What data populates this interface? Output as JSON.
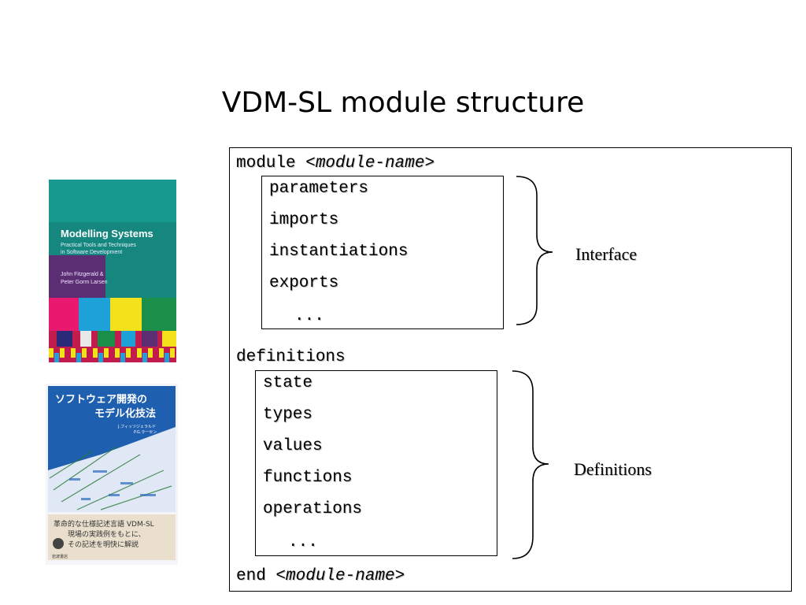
{
  "slide": {
    "title": "VDM-SL module structure"
  },
  "code": {
    "module_kw": "module ",
    "module_name": "<module-name>",
    "interface_items": [
      "parameters",
      "imports",
      "instantiations",
      "exports",
      "..."
    ],
    "definitions_kw": "definitions",
    "definition_items": [
      "state",
      "types",
      "values",
      "functions",
      "operations",
      "..."
    ],
    "end_kw": "end ",
    "end_name": "<module-name>"
  },
  "braces": {
    "interface_label": "Interface",
    "definitions_label": "Definitions"
  },
  "books": {
    "book1": {
      "title": "Modelling Systems",
      "subtitle_line1": "Practical Tools and Techniques",
      "subtitle_line2": "in Software Development",
      "author1": "John Fitzgerald &",
      "author2": "Peter Gorm Larsen"
    },
    "book2": {
      "title_line1": "ソフトウェア開発の",
      "title_line2": "モデル化技法",
      "author_line1": "J.フィッツジェラルド",
      "author_line2": "P.G.ラーセン",
      "band_line1": "革命的な仕様記述言語 VDM-SL",
      "band_line2": "現場の実践例をもとに、",
      "band_line3": "その記述を明快に解説",
      "publisher": "岩波書店"
    }
  },
  "colors": {
    "book1_teal": "#17968c",
    "book1_purple": "#5b2d73",
    "book2_blue": "#1f5fb0",
    "book2_band": "#e9dfcc"
  }
}
